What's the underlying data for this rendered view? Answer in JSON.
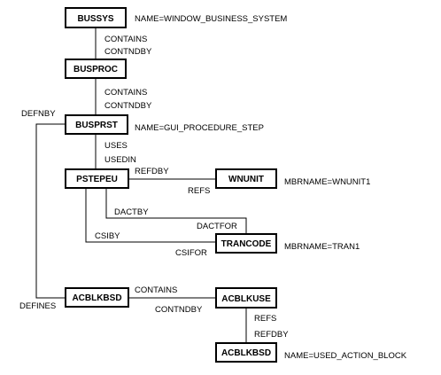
{
  "nodes": {
    "bussys": "BUSSYS",
    "busproc": "BUSPROC",
    "busprst": "BUSPRST",
    "pstepeu": "PSTEPEU",
    "wnunit": "WNUNIT",
    "trancode": "TRANCODE",
    "acblkbsd": "ACBLKBSD",
    "acblkuse": "ACBLKUSE",
    "acblkbsd2": "ACBLKBSD"
  },
  "attributes": {
    "bussys": "NAME=WINDOW_BUSINESS_SYSTEM",
    "busprst": "NAME=GUI_PROCEDURE_STEP",
    "wnunit": "MBRNAME=WNUNIT1",
    "trancode": "MBRNAME=TRAN1",
    "acblkbsd2": "NAME=USED_ACTION_BLOCK"
  },
  "relations": {
    "bussys_busproc_fwd": "CONTAINS",
    "bussys_busproc_rev": "CONTNDBY",
    "busproc_busprst_fwd": "CONTAINS",
    "busproc_busprst_rev": "CONTNDBY",
    "busprst_pstepeu_fwd": "USES",
    "busprst_pstepeu_rev": "USEDIN",
    "pstepeu_wnunit_fwd": "REFDBY",
    "pstepeu_wnunit_rev": "REFS",
    "pstepeu_trancode_dactby": "DACTBY",
    "pstepeu_trancode_dactfor": "DACTFOR",
    "pstepeu_trancode_csiby": "CSIBY",
    "pstepeu_trancode_csifor": "CSIFOR",
    "busprst_acblkbsd_defnby": "DEFNBY",
    "busprst_acblkbsd_defines": "DEFINES",
    "acblkbsd_acblkuse_fwd": "CONTAINS",
    "acblkbsd_acblkuse_rev": "CONTNDBY",
    "acblkuse_acblkbsd2_fwd": "REFS",
    "acblkuse_acblkbsd2_rev": "REFDBY"
  }
}
